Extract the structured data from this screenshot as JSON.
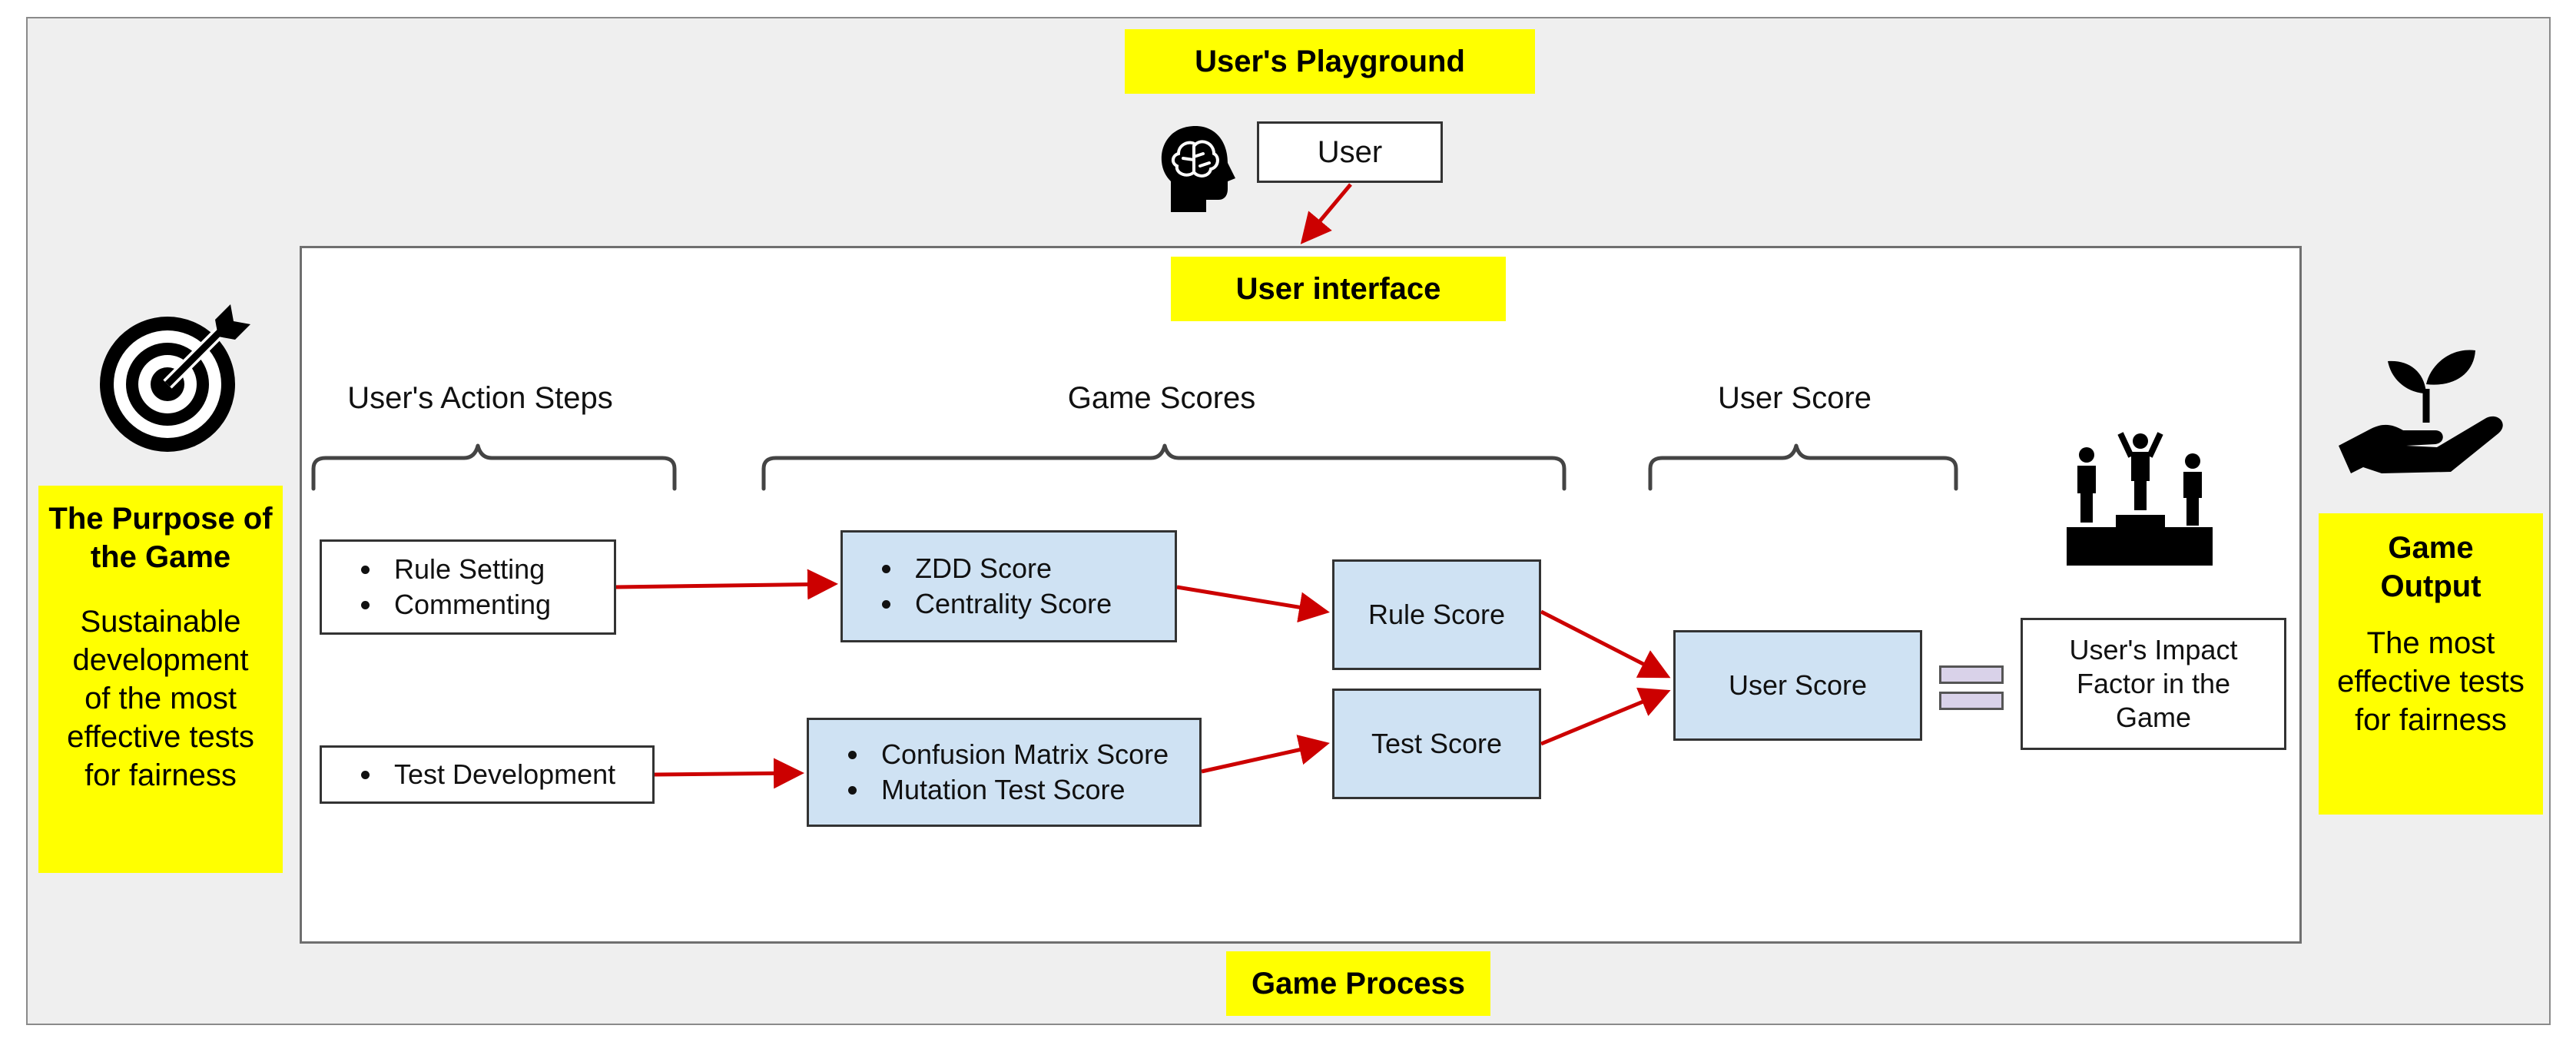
{
  "labels": {
    "playground": "User's Playground",
    "interface": "User interface",
    "process": "Game Process"
  },
  "user_box": "User",
  "left_panel": {
    "title": "The Purpose of the Game",
    "body": "Sustainable development of the most effective tests for fairness"
  },
  "right_panel": {
    "title": "Game Output",
    "body": "The most effective tests for fairness"
  },
  "headings": {
    "action_steps": "User's Action Steps",
    "game_scores": "Game Scores",
    "user_score": "User Score"
  },
  "action_boxes": {
    "top": [
      "Rule Setting",
      "Commenting"
    ],
    "bottom": [
      "Test Development"
    ]
  },
  "score_boxes": {
    "top": [
      "ZDD Score",
      "Centrality Score"
    ],
    "bottom": [
      "Confusion Matrix Score",
      "Mutation Test Score"
    ]
  },
  "rule_score": "Rule Score",
  "test_score": "Test Score",
  "user_score_box": "User Score",
  "impact_box": "User's Impact Factor in the Game",
  "icons": [
    "brain-head-icon",
    "target-icon",
    "hand-plant-icon",
    "podium-icon"
  ],
  "colors": {
    "highlight": "#ffff00",
    "score_box": "#cfe2f3",
    "arrow": "#cc0000",
    "equals": "#d9d2e9"
  }
}
